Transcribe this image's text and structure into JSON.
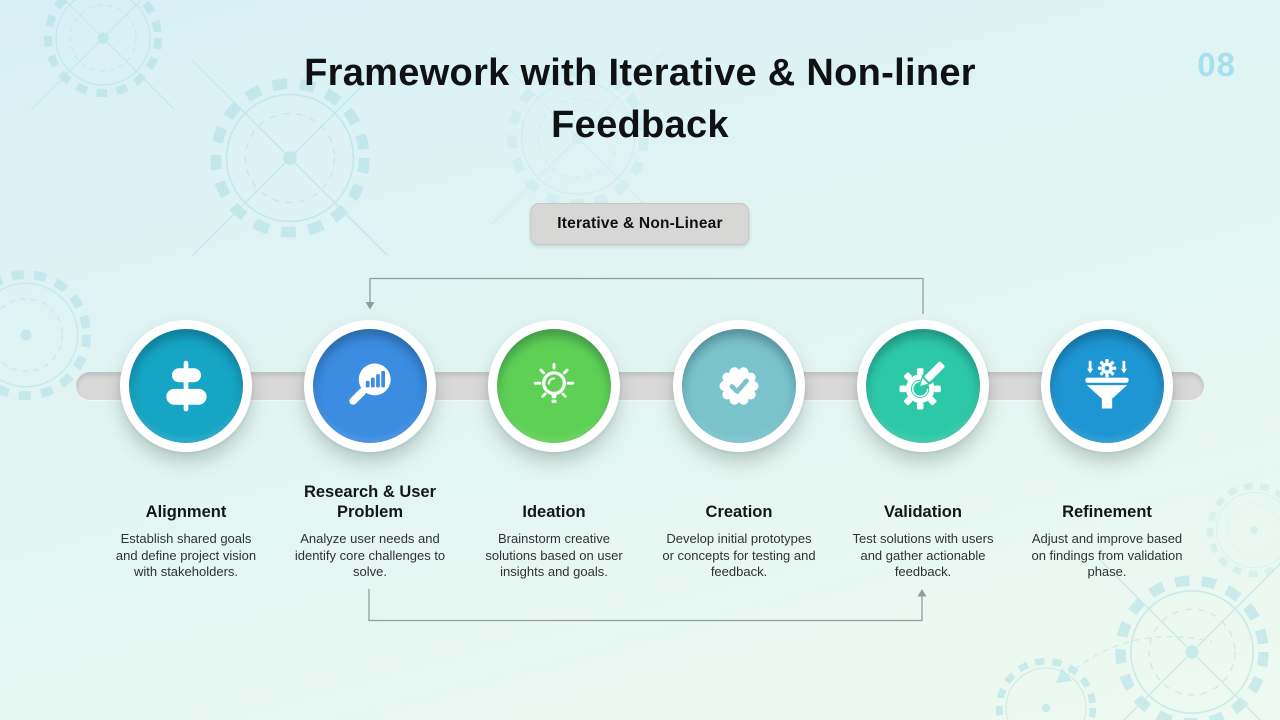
{
  "slide": {
    "title_line1": "Framework with Iterative & Non-liner",
    "title_line2": "Feedback",
    "page_number": "08",
    "badge_label": "Iterative & Non-Linear"
  },
  "colors": {
    "background_top": "#d7f0f5",
    "background_bottom": "#eefaf1",
    "timeline_bar": "#d8d8d8",
    "connector": "#939c9c",
    "badge_background": "#d7d7d6",
    "page_number": "#a6e0ee",
    "decor_stroke": "#aedfe4",
    "title_text": "#0f1113"
  },
  "steps": [
    {
      "title": "Alignment",
      "description": "Establish shared goals and define project vision with stakeholders.",
      "color": "#16a5c5",
      "icon": "align-center-icon"
    },
    {
      "title": "Research & User Problem",
      "description": "Analyze user needs and identify core challenges to solve.",
      "color": "#3c8ce1",
      "icon": "magnifier-chart-icon"
    },
    {
      "title": "Ideation",
      "description": "Brainstorm creative solutions based on user insights and goals.",
      "color": "#5ed155",
      "icon": "lightbulb-rays-icon"
    },
    {
      "title": "Creation",
      "description": "Develop initial prototypes or concepts for testing and feedback.",
      "color": "#7ac3cd",
      "icon": "badge-check-icon"
    },
    {
      "title": "Validation",
      "description": "Test solutions with users and gather actionable feedback.",
      "color": "#2dc9a7",
      "icon": "gear-pencil-icon"
    },
    {
      "title": "Refinement",
      "description": "Adjust and improve based on findings from validation phase.",
      "color": "#1e96d3",
      "icon": "funnel-gear-icon"
    }
  ]
}
